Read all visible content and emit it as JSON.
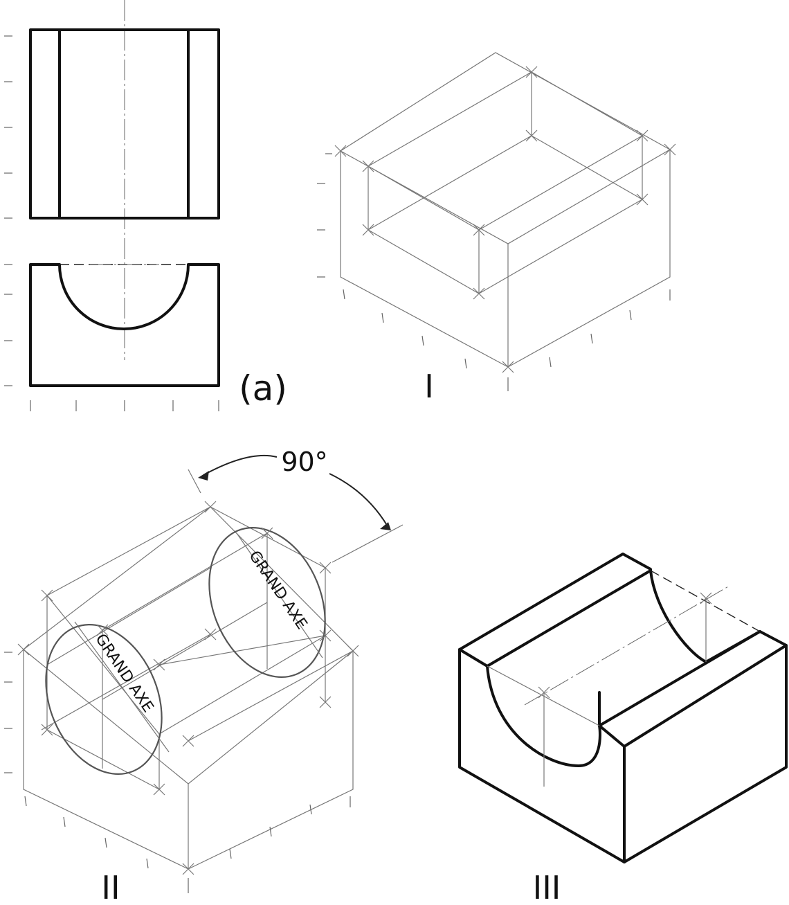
{
  "labels": {
    "view_a": "(a)",
    "step_1": "I",
    "step_2": "II",
    "step_3": "III",
    "angle": "90°",
    "major_axis_left": "GRAND AXE",
    "major_axis_right": "GRAND AXE"
  },
  "colors": {
    "ink": "#111111",
    "construction": "#777777",
    "paper": "#ffffff"
  }
}
